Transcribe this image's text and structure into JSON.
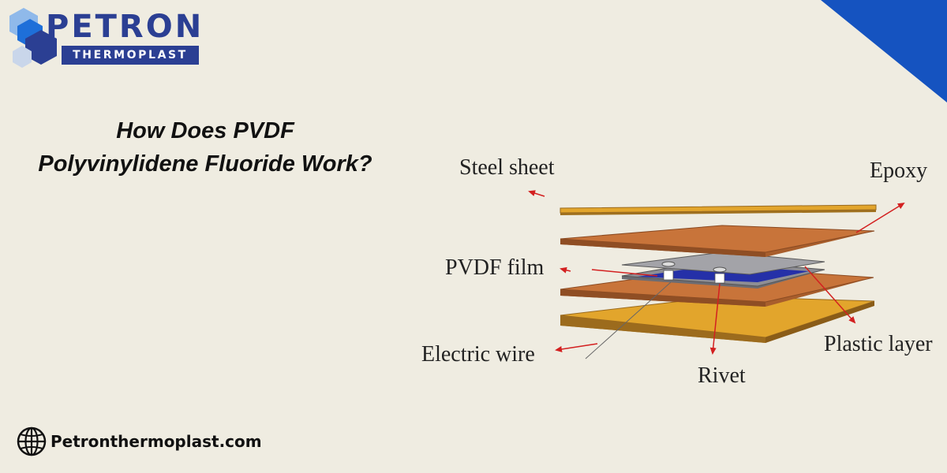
{
  "brand": {
    "name": "PETRON",
    "subtitle": "THERMOPLAST",
    "colors": {
      "primary": "#2b3f93",
      "accent": "#1e6fd9",
      "light": "#8fb9ea"
    }
  },
  "heading": {
    "line1": "How Does PVDF",
    "line2": "Polyvinylidene Fluoride Work?"
  },
  "diagram": {
    "labels": {
      "steel_sheet": "Steel sheet",
      "epoxy": "Epoxy",
      "pvdf_film": "PVDF film",
      "electric_wire": "Electric wire",
      "rivet": "Rivet",
      "plastic_layer": "Plastic layer"
    },
    "colors": {
      "steel": "#e2a52c",
      "epoxy": "#c8743a",
      "film": "#8e8e94",
      "electrode": "#2530a8",
      "arrow": "#d32020"
    }
  },
  "footer": {
    "website": "Petronthermoplast.com",
    "icon": "globe-icon"
  }
}
